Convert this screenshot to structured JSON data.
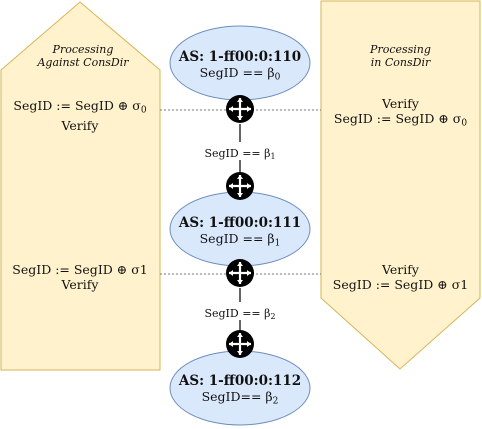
{
  "left_panel": {
    "title_line1": "Processing",
    "title_line2": "Against ConsDir",
    "op1_line1": "SegID := SegID ⊕ σ",
    "op1_sub": "0",
    "op1_line2": "Verify",
    "op2_line1": "SegID := SegID ⊕ σ1",
    "op2_line2": "Verify"
  },
  "right_panel": {
    "title_line1": "Processing",
    "title_line2": "in ConsDir",
    "op1_line1": "Verify",
    "op1_line2": "SegID := SegID ⊕ σ",
    "op1_sub": "0",
    "op2_line1": "Verify",
    "op2_line2": "SegID := SegID ⊕ σ1"
  },
  "nodes": [
    {
      "as": "AS: 1-ff00:0:110",
      "seg": "SegID == β",
      "sub": "0"
    },
    {
      "as": "AS: 1-ff00:0:111",
      "seg": "SegID == β",
      "sub": "1"
    },
    {
      "as": "AS: 1-ff00:0:112",
      "seg": "SegID== β",
      "sub": "2"
    }
  ],
  "links": [
    {
      "label": "SegID == β",
      "sub": "1"
    },
    {
      "label": "SegID == β",
      "sub": "2"
    }
  ],
  "colors": {
    "panel_fill": "#fff2cc",
    "panel_stroke": "#d6b656",
    "node_fill": "#dae8fc",
    "node_stroke": "#6c8ebf"
  }
}
